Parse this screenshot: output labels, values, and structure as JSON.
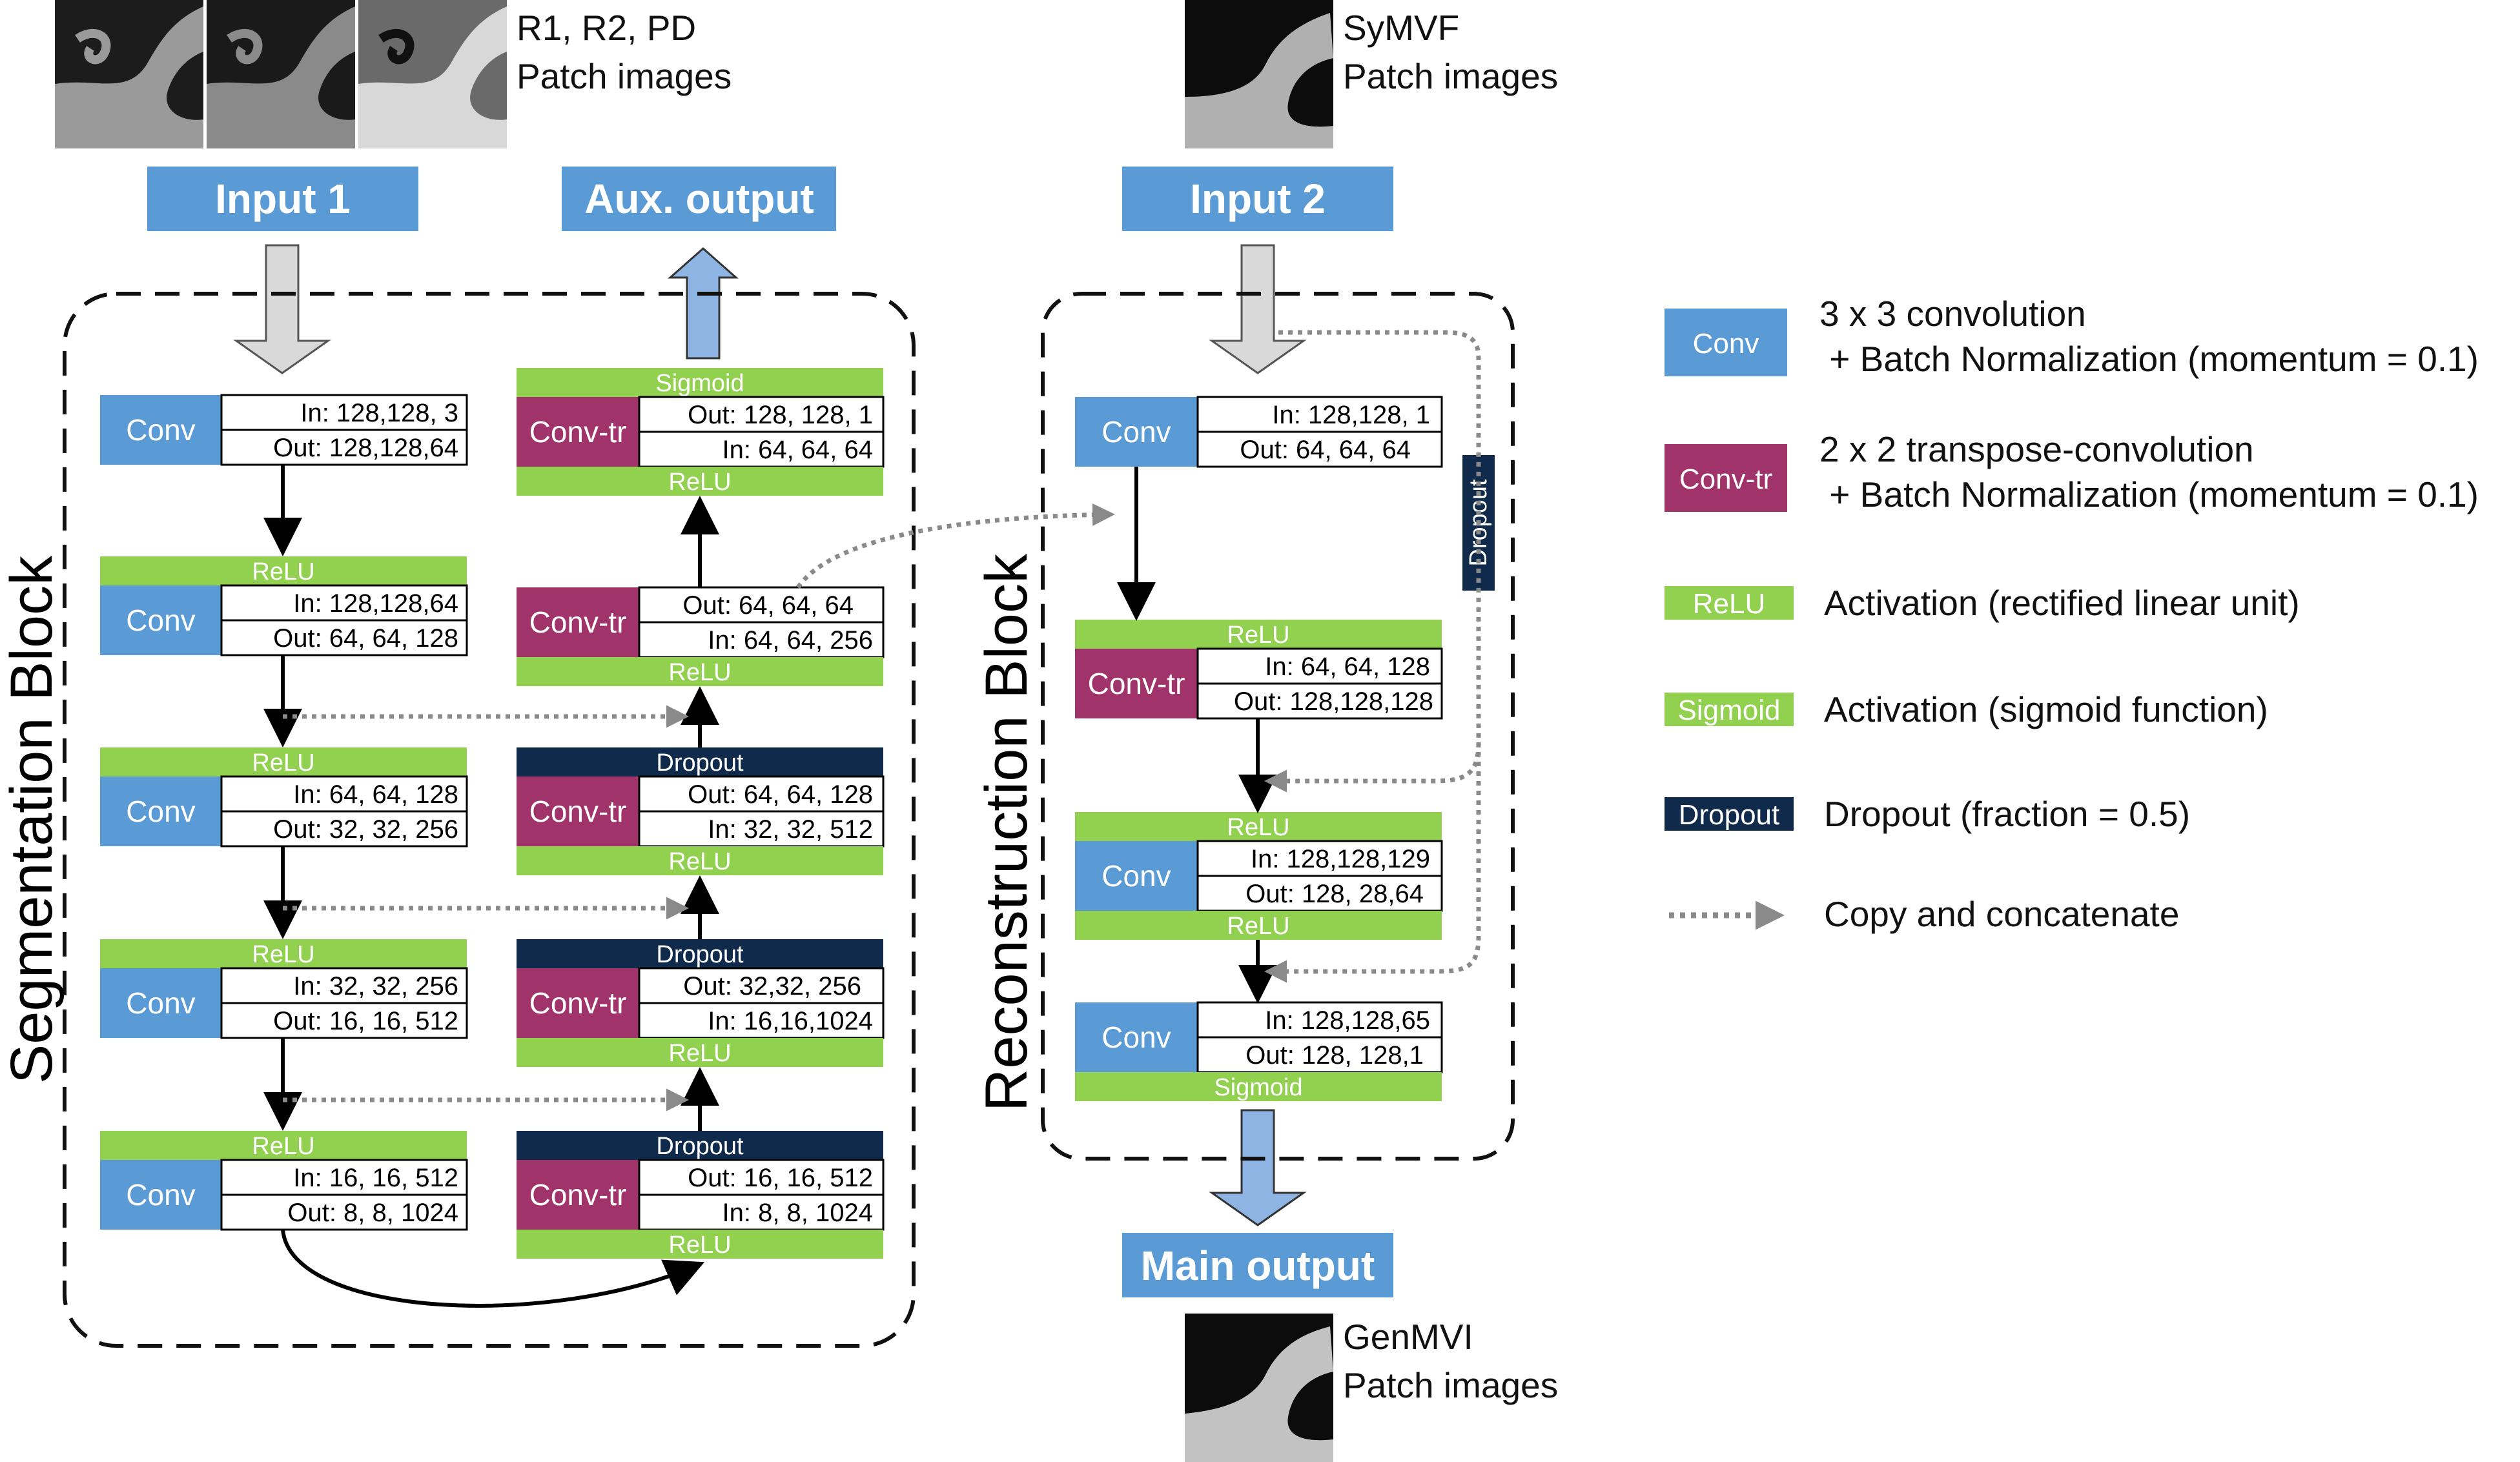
{
  "inputs": {
    "input1": {
      "label": "Input 1",
      "caption_line1": "R1, R2, PD",
      "caption_line2": "Patch images"
    },
    "input2": {
      "label": "Input 2",
      "caption_line1": "SyMVF",
      "caption_line2": "Patch images"
    },
    "aux_output": {
      "label": "Aux. output"
    },
    "main_output": {
      "label": "Main output",
      "caption_line1": "GenMVI",
      "caption_line2": "Patch images"
    }
  },
  "blocks": {
    "segmentation_title": "Segmentation Block",
    "reconstruction_title": "Reconstruction Block"
  },
  "encoder": [
    {
      "type": "Conv",
      "in": "In: 128,128, 3",
      "out": "Out: 128,128,64",
      "top_tag": ""
    },
    {
      "type": "Conv",
      "in": "In: 128,128,64",
      "out": "Out: 64, 64, 128",
      "top_tag": "ReLU"
    },
    {
      "type": "Conv",
      "in": "In: 64, 64, 128",
      "out": "Out: 32, 32, 256",
      "top_tag": "ReLU"
    },
    {
      "type": "Conv",
      "in": "In: 32, 32, 256",
      "out": "Out: 16, 16, 512",
      "top_tag": "ReLU"
    },
    {
      "type": "Conv",
      "in": "In: 16, 16, 512",
      "out": "Out: 8, 8, 1024",
      "top_tag": "ReLU"
    }
  ],
  "decoder": [
    {
      "type": "Conv-tr",
      "row1": "Out: 128, 128, 1",
      "row2": "In: 64, 64, 64",
      "top_tag": "Sigmoid",
      "bottom_tag": "ReLU"
    },
    {
      "type": "Conv-tr",
      "row1": "Out: 64, 64, 64",
      "row2": "In: 64, 64, 256",
      "top_tag": "",
      "bottom_tag": "ReLU"
    },
    {
      "type": "Conv-tr",
      "row1": "Out: 64, 64, 128",
      "row2": "In: 32, 32, 512",
      "top_tag": "Dropout",
      "bottom_tag": "ReLU"
    },
    {
      "type": "Conv-tr",
      "row1": "Out: 32,32, 256",
      "row2": "In: 16,16,1024",
      "top_tag": "Dropout",
      "bottom_tag": "ReLU"
    },
    {
      "type": "Conv-tr",
      "row1": "Out: 16, 16, 512",
      "row2": "In: 8, 8, 1024",
      "top_tag": "Dropout",
      "bottom_tag": "ReLU"
    }
  ],
  "reconstruction": [
    {
      "type": "Conv",
      "in": "In: 128,128, 1",
      "out": "Out: 64, 64, 64",
      "top_tag": "",
      "bottom_tag": ""
    },
    {
      "type": "Conv-tr",
      "in": "In: 64, 64, 128",
      "out": "Out: 128,128,128",
      "top_tag": "ReLU",
      "bottom_tag": ""
    },
    {
      "type": "Conv",
      "in": "In: 128,128,129",
      "out": "Out: 128, 28,64",
      "top_tag": "ReLU",
      "bottom_tag": "ReLU"
    },
    {
      "type": "Conv",
      "in": "In: 128,128,65",
      "out": "Out: 128, 128,1",
      "top_tag": "",
      "bottom_tag": "Sigmoid"
    }
  ],
  "reconstruction_dropout": "Dropout",
  "legend": [
    {
      "key": "Conv",
      "line1": "3 x 3 convolution",
      "line2": " + Batch Normalization (momentum = 0.1)",
      "color": "#5b9bd5"
    },
    {
      "key": "Conv-tr",
      "line1": "2 x 2 transpose-convolution",
      "line2": " + Batch Normalization (momentum = 0.1)",
      "color": "#a0336a"
    },
    {
      "key": "ReLU",
      "line1": "Activation (rectified linear unit)",
      "line2": "",
      "color": "#92d050"
    },
    {
      "key": "Sigmoid",
      "line1": "Activation (sigmoid function)",
      "line2": "",
      "color": "#92d050"
    },
    {
      "key": "Dropout",
      "line1": "Dropout (fraction = 0.5)",
      "line2": "",
      "color": "#0f2a4a"
    },
    {
      "key": "",
      "line1": "Copy and concatenate",
      "line2": "",
      "color": "#888888"
    }
  ],
  "colors": {
    "conv": "#5b9bd5",
    "conv_tr": "#a0336a",
    "relu": "#92d050",
    "dropout": "#0f2a4a",
    "header": "#5b9bd5",
    "arrow_gray": "#d9d9d9",
    "arrow_blue": "#8db4e2"
  }
}
